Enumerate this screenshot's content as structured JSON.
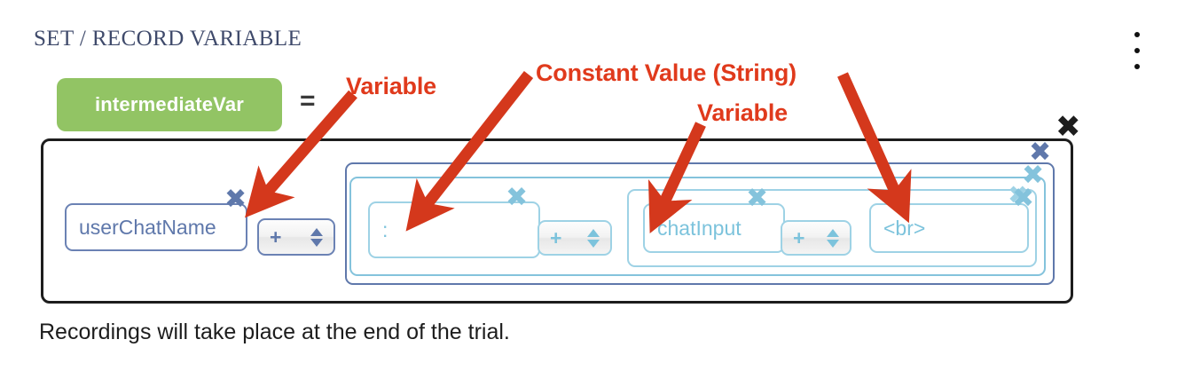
{
  "header": {
    "section_title": "SET / RECORD VARIABLE",
    "menu_icon": "kebab-menu-icon"
  },
  "assignment": {
    "variable_chip_label": "intermediateVar",
    "equals_symbol": "=",
    "chip_color": "#92c464"
  },
  "expression": {
    "operands": [
      {
        "name": "userChatName",
        "value": "userChatName",
        "style": "dark"
      },
      {
        "name": "colon-constant",
        "value": ":",
        "style": "light"
      },
      {
        "name": "chatInput",
        "value": "chatInput",
        "style": "light"
      },
      {
        "name": "br-constant",
        "value": "<br>",
        "style": "light"
      }
    ],
    "operators": [
      {
        "symbol": "+",
        "style": "dark"
      },
      {
        "symbol": "+",
        "style": "light"
      },
      {
        "symbol": "+",
        "style": "light"
      }
    ],
    "close_buttons": [
      {
        "name": "outer-group",
        "symbol": "✖",
        "color": "#1d1d1d"
      },
      {
        "name": "group-level-1",
        "symbol": "✖",
        "color": "#5f78ab"
      },
      {
        "name": "group-level-2",
        "symbol": "✖",
        "color": "#84c3dc"
      },
      {
        "name": "group-level-3",
        "symbol": "✖",
        "color": "#9ed2e5"
      },
      {
        "name": "userChatName",
        "symbol": "✖",
        "color": "#5f78ab"
      },
      {
        "name": "colon-constant",
        "symbol": "✖",
        "color": "#84c3dc"
      },
      {
        "name": "chatInput",
        "symbol": "✖",
        "color": "#84c3dc"
      },
      {
        "name": "br-constant",
        "symbol": "✖",
        "color": "#84c3dc"
      }
    ]
  },
  "annotations": {
    "color": "#e03a1c",
    "labels": [
      {
        "text": "Variable",
        "points_to": "userChatName"
      },
      {
        "text": "Constant Value (String)",
        "points_to": "colon-constant"
      },
      {
        "text": "Variable",
        "points_to": "chatInput"
      }
    ]
  },
  "footer": {
    "note": "Recordings will take place at the end of the trial."
  }
}
